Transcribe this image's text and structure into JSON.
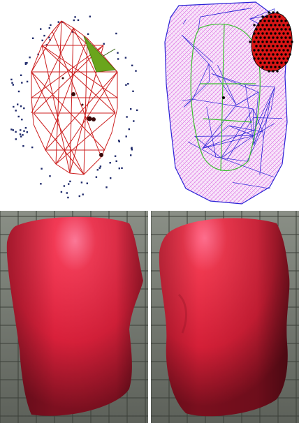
{
  "panels": [
    {
      "id": "wireframe-points",
      "colors": {
        "points": "#1f2a6b",
        "mesh": "#cc1f1f",
        "triangle": "#6aa51c",
        "nodes": "#3a0808"
      }
    },
    {
      "id": "tetra-mesh",
      "colors": {
        "hull": "#2a23d6",
        "fill": "#d85ae0",
        "inner": "#3bbf2e",
        "cluster": "#d91616",
        "clusterNodes": "#000000"
      }
    },
    {
      "id": "render-front",
      "colors": {
        "object": "#e0283a",
        "highlight": "#ff6b8a",
        "floor": "#6f746c",
        "grid": "#3b3f38"
      }
    },
    {
      "id": "render-side",
      "colors": {
        "object": "#e0283a",
        "highlight": "#ff6b8a",
        "floor": "#6f746c",
        "grid": "#3b3f38"
      }
    }
  ]
}
